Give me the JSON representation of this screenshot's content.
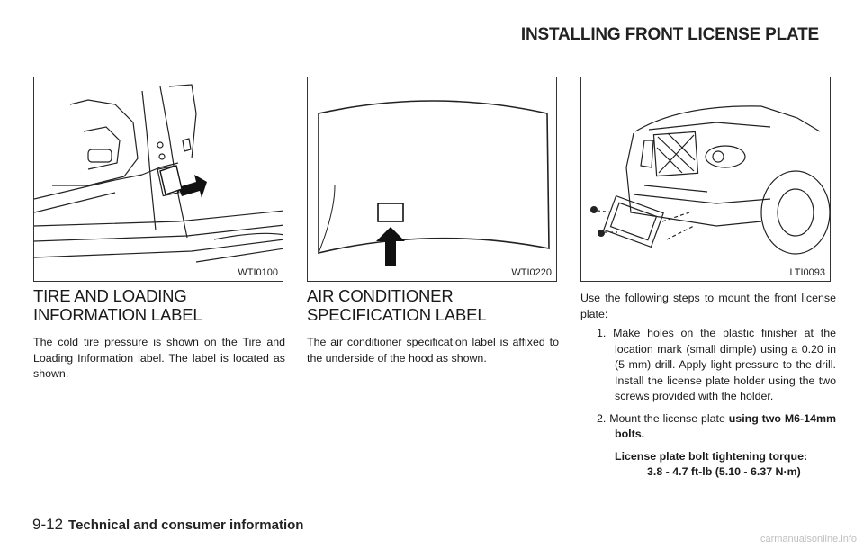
{
  "header": {
    "title": "INSTALLING FRONT LICENSE PLATE"
  },
  "figures": [
    {
      "code": "WTI0100"
    },
    {
      "code": "WTI0220"
    },
    {
      "code": "LTI0093"
    }
  ],
  "sections": {
    "tire": {
      "heading": "TIRE AND LOADING INFORMATION LABEL",
      "body": "The cold tire pressure is shown on the Tire and Loading Information label. The label is located as shown."
    },
    "ac": {
      "heading": "AIR CONDITIONER SPECIFICATION LABEL",
      "body": "The air conditioner specification label is affixed to the underside of the hood as shown."
    },
    "plate": {
      "intro": "Use the following steps to mount the front license plate:",
      "step1": "1. Make holes on the plastic finisher at the location mark (small dimple) using a 0.20 in (5 mm) drill. Apply light pressure to the drill. Install the license plate holder using the two screws provided with the holder.",
      "step2_prefix": "2. Mount the license plate ",
      "step2_bold": "using two M6-14mm bolts.",
      "torque_label": "License plate bolt tightening torque:",
      "torque_value": "3.8 - 4.7 ft-lb (5.10 - 6.37 N·m)"
    }
  },
  "footer": {
    "page_number": "9-12",
    "section": "Technical and consumer information"
  },
  "watermark": "carmanualsonline.info"
}
